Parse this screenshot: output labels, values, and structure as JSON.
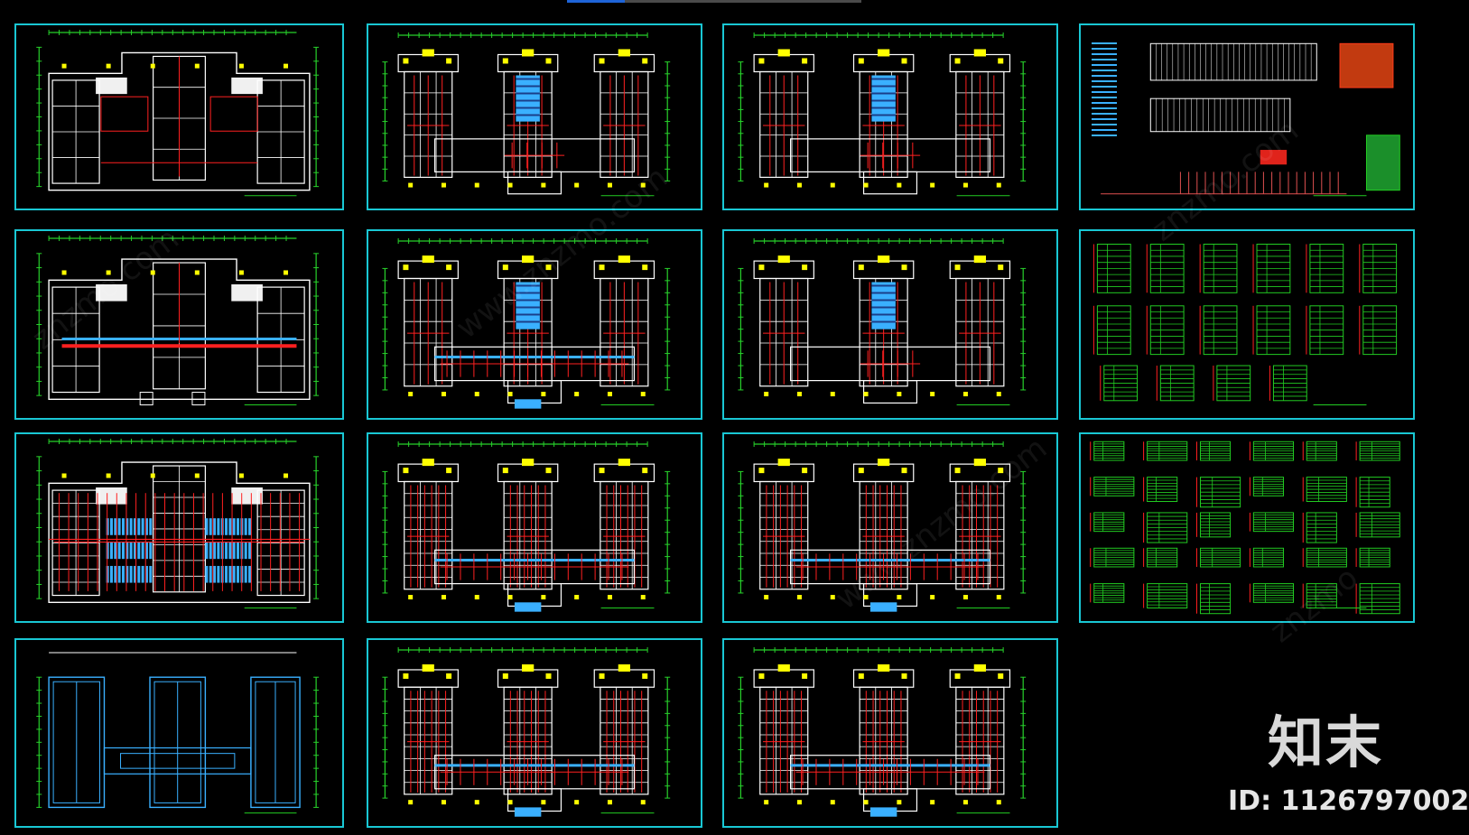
{
  "viewer": {
    "colors": {
      "background": "#000000",
      "sheet_frame": "#19c7d4",
      "wall": "#ffffff",
      "circuit": "#ff2020",
      "dimension": "#27d12b",
      "riser_table": "#22cc22",
      "highlight": "#ffff00",
      "light_blue": "#3ab0ff"
    },
    "sheets": [
      {
        "id": "sheet-1",
        "kind": "plan-main",
        "dense": 1
      },
      {
        "id": "sheet-2",
        "kind": "plan-u",
        "dense": 1
      },
      {
        "id": "sheet-3",
        "kind": "plan-u",
        "dense": 1
      },
      {
        "id": "sheet-4",
        "kind": "legend-system"
      },
      {
        "id": "sheet-5",
        "kind": "plan-main",
        "dense": 0
      },
      {
        "id": "sheet-6",
        "kind": "plan-u",
        "dense": 2
      },
      {
        "id": "sheet-7",
        "kind": "plan-u",
        "dense": 1
      },
      {
        "id": "sheet-8",
        "kind": "riser-grid-a"
      },
      {
        "id": "sheet-9",
        "kind": "plan-main",
        "dense": 3
      },
      {
        "id": "sheet-10",
        "kind": "plan-u",
        "dense": 3
      },
      {
        "id": "sheet-11",
        "kind": "plan-u",
        "dense": 3
      },
      {
        "id": "sheet-12",
        "kind": "riser-grid-b"
      },
      {
        "id": "sheet-13",
        "kind": "plan-roof"
      },
      {
        "id": "sheet-14",
        "kind": "plan-u",
        "dense": 3
      },
      {
        "id": "sheet-15",
        "kind": "plan-u",
        "dense": 3
      }
    ]
  },
  "brand": {
    "logo_text": "知末",
    "id_text": "ID: 1126797002"
  }
}
